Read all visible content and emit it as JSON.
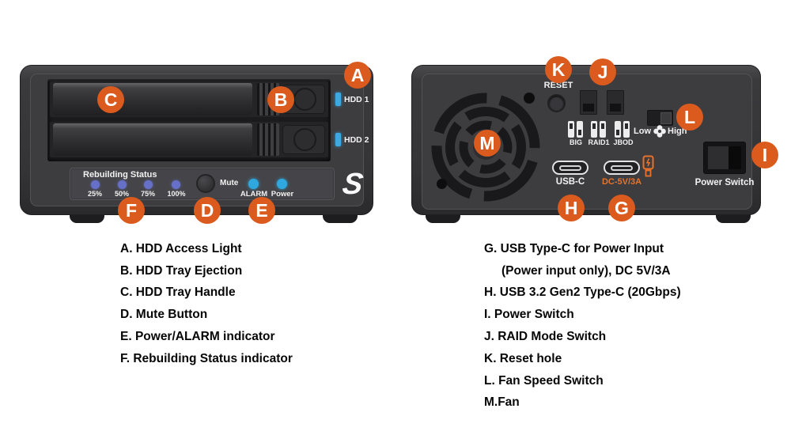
{
  "colors": {
    "callout_orange": "#DB5A1E",
    "led_blue": "#2FA8DF",
    "led_purple": "#6670C8",
    "hdd_led_blue": "#3DA9E2",
    "dc_label_orange": "#E8722A",
    "case_dark": "#343437"
  },
  "callouts": [
    "A",
    "B",
    "C",
    "D",
    "E",
    "F",
    "G",
    "H",
    "I",
    "J",
    "K",
    "L",
    "M"
  ],
  "front": {
    "hdd1": "HDD 1",
    "hdd2": "HDD 2",
    "rebuilding_title": "Rebuilding Status",
    "percents": [
      "25%",
      "50%",
      "75%",
      "100%"
    ],
    "mute": "Mute",
    "alarm": "ALARM",
    "power": "Power",
    "logo": "S"
  },
  "back": {
    "reset": "RESET",
    "raid_modes": [
      "BIG",
      "RAID1",
      "JBOD"
    ],
    "fan_low": "Low",
    "fan_high": "High",
    "usb": "USB-C",
    "dc": "DC-5V/3A",
    "power_switch": "Power Switch"
  },
  "legend": {
    "left": [
      "A. HDD Access Light",
      "B. HDD Tray Ejection",
      "C. HDD Tray Handle",
      "D. Mute Button",
      "E. Power/ALARM indicator",
      "F. Rebuilding Status indicator"
    ],
    "right": [
      "G. USB Type-C for Power Input",
      "(Power input only), DC 5V/3A",
      "H. USB 3.2 Gen2 Type-C (20Gbps)",
      "I. Power Switch",
      "J. RAID Mode Switch",
      "K. Reset hole",
      "L. Fan Speed Switch",
      "M.Fan"
    ]
  }
}
